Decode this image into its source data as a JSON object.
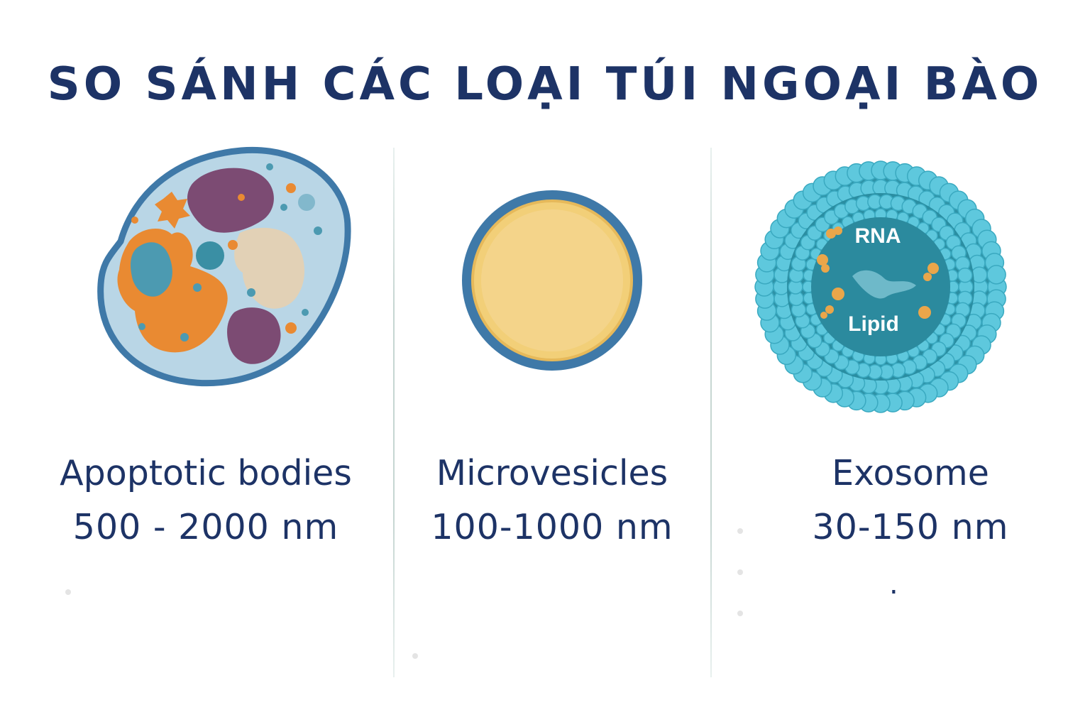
{
  "title": "SO SÁNH CÁC LOẠI TÚI NGOẠI BÀO",
  "vesicles": [
    {
      "name": "Apoptotic bodies",
      "size": "500 - 2000 nm"
    },
    {
      "name": "Microvesicles",
      "size": "100-1000 nm"
    },
    {
      "name": "Exosome",
      "size": "30-150 nm",
      "labels": {
        "rna": "RNA",
        "lipid": "Lipid"
      },
      "trailing_mark": "."
    }
  ],
  "colors": {
    "title": "#1d3366",
    "membrane_blue": "#3f79a8",
    "cytoplasm": "#b9d6e6",
    "exosome_teal": "#2e93a7",
    "exosome_bead": "#5ec8dd",
    "microvesicle_yellow": "#f2cf78"
  }
}
